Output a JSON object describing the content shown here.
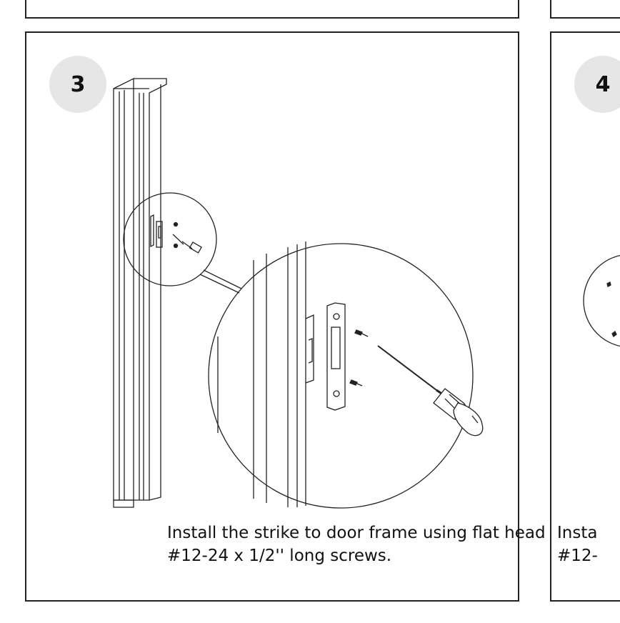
{
  "step3": {
    "number": "3",
    "caption_line1": "Install the strike to door frame using flat head",
    "caption_line2": "#12-24 x 1/2'' long screws."
  },
  "step4": {
    "number": "4",
    "caption_line1": "Insta",
    "caption_line2": "#12-"
  }
}
